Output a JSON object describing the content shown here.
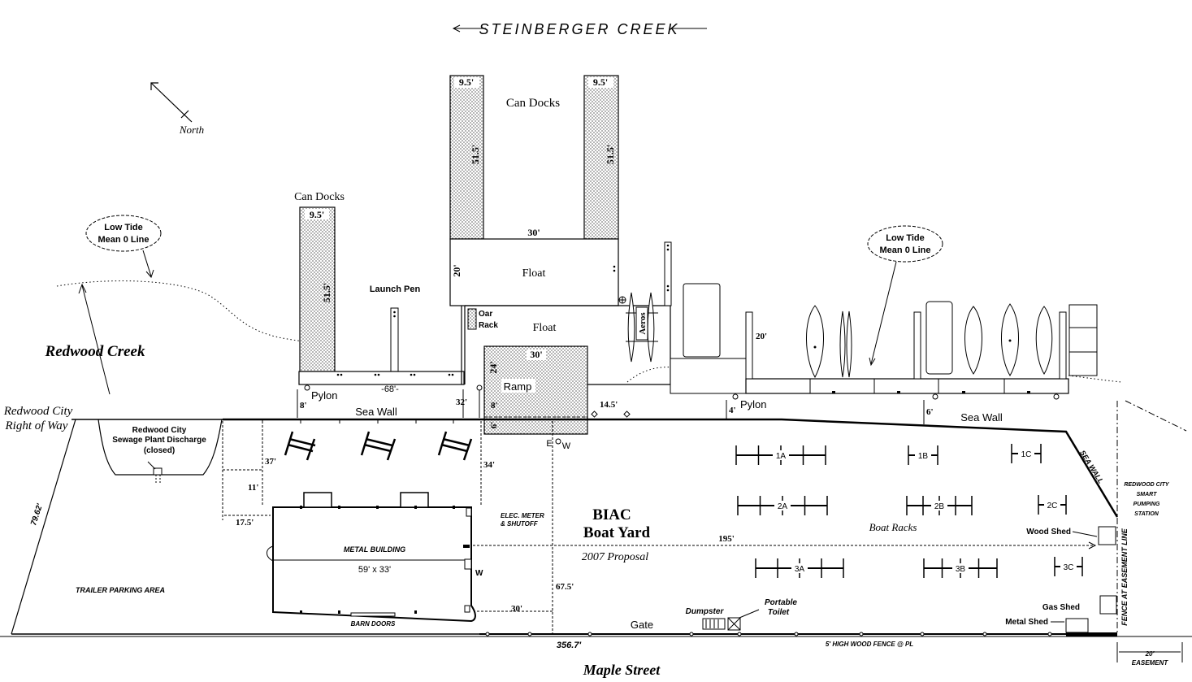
{
  "labels": {
    "creek_top": "STEINBERGER CREEK",
    "north": "North",
    "can_docks_left": "Can Docks",
    "can_docks_top": "Can Docks",
    "low_tide_1": "Low Tide",
    "low_tide_2": "Mean 0 Line",
    "low_tide_right_1": "Low Tide",
    "low_tide_right_2": "Mean 0 Line",
    "launch_pen": "Launch Pen",
    "float_upper": "Float",
    "float_lower": "Float",
    "oar_rack_1": "Oar",
    "oar_rack_2": "Rack",
    "ramp": "Ramp",
    "aeros": "Aeros",
    "redwood_creek": "Redwood Creek",
    "row_1": "Redwood City",
    "row_2": "Right of Way",
    "sewage_1": "Redwood City",
    "sewage_2": "Sewage Plant Discharge",
    "sewage_3": "(closed)",
    "pylon_left": "Pylon",
    "pylon_right": "Pylon",
    "sea_wall_left": "Sea Wall",
    "sea_wall_right": "Sea Wall",
    "sea_wall_diag": "SEA WALL",
    "biac_1": "BIAC",
    "biac_2": "Boat Yard",
    "proposal": "2007 Proposal",
    "boat_racks": "Boat Racks",
    "metal_building": "METAL BUILDING",
    "building_size": "59' x 33'",
    "barn_doors": "BARN DOORS",
    "elec_1": "ELEC. METER",
    "elec_2": "& SHUTOFF",
    "trailer_parking": "TRAILER PARKING AREA",
    "pumping_1": "REDWOOD CITY",
    "pumping_2": "SMART",
    "pumping_3": "PUMPING",
    "pumping_4": "STATION",
    "wood_shed": "Wood Shed",
    "gas_shed": "Gas Shed",
    "metal_shed": "Metal Shed",
    "dumpster": "Dumpster",
    "portable_1": "Portable",
    "portable_2": "Toilet",
    "gate": "Gate",
    "fence": "5' HIGH WOOD FENCE @ PL",
    "fence_at_easement": "FENCE AT EASEMENT LINE",
    "easement_dim": "20'",
    "easement": "EASEMENT",
    "maple_street": "Maple Street",
    "e_marker": "E",
    "w_marker": "W",
    "w_bldg": "W"
  },
  "racks": [
    "1A",
    "1B",
    "1C",
    "2A",
    "2B",
    "2C",
    "3A",
    "3B",
    "3C"
  ],
  "dimensions": {
    "can_w_left": "9.5'",
    "can_len_left": "51.5'",
    "can_w_top1": "9.5'",
    "can_w_top2": "9.5'",
    "can_len_top1": "51.5'",
    "can_len_top2": "51.5'",
    "float_w": "30'",
    "float_depth": "20'",
    "ramp_w": "30'",
    "ramp_len": "24'",
    "ramp_6": "6'",
    "dock_68": "-68'-",
    "dim_8a": "8'",
    "dim_32": "32'",
    "dim_8b": "8'",
    "dim_14_5": "14.5'",
    "dim_4": "4'",
    "dim_6": "6'",
    "dim_20_right": "20'",
    "dim_37": "37'",
    "dim_11": "11'",
    "dim_17_5": "17.5'",
    "dim_34": "34'",
    "dim_67": "67.5'",
    "dim_30_bldg": "30'",
    "dim_195": "195'",
    "dim_79": "79.62'",
    "dim_356": "356.7'"
  }
}
